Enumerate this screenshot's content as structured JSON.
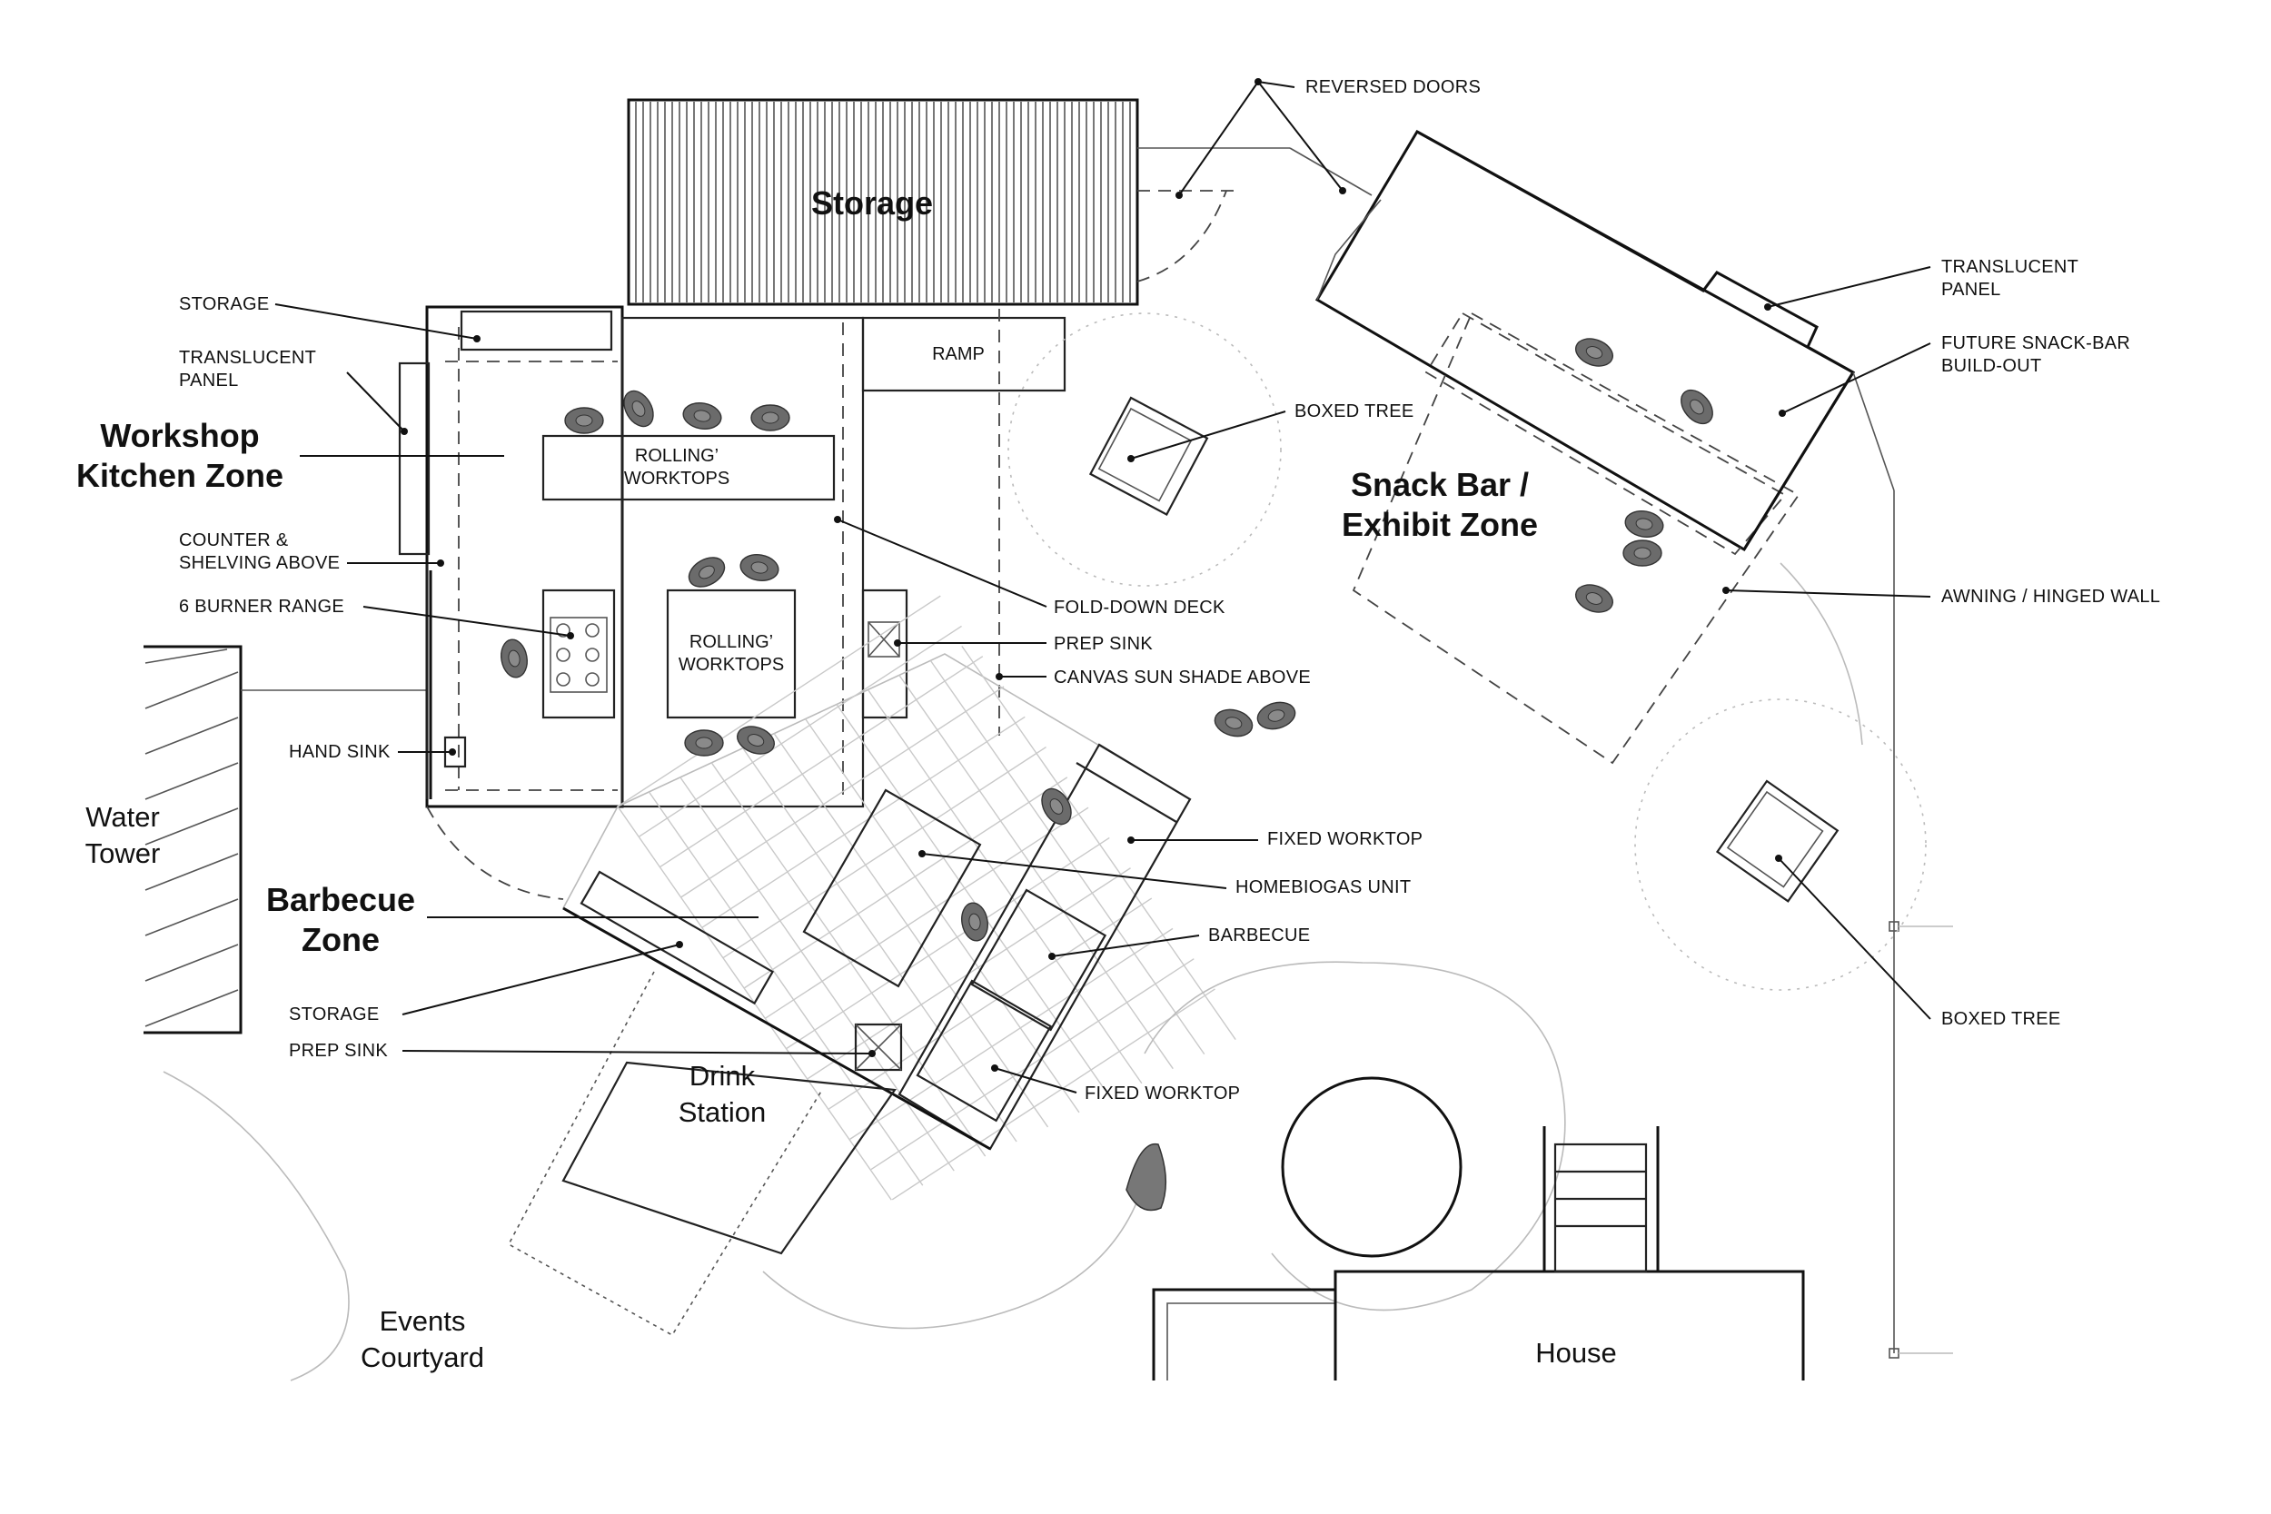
{
  "title": "",
  "buildings": {
    "storage": "Storage",
    "water_tower": [
      "Water",
      "Tower"
    ],
    "house": "House",
    "drink_station": [
      "Drink",
      "Station"
    ],
    "events_courtyard": [
      "Events",
      "Courtyard"
    ]
  },
  "zones": {
    "workshop_kitchen": [
      "Workshop",
      "Kitchen Zone"
    ],
    "snack_bar": [
      "Snack Bar /",
      "Exhibit Zone"
    ],
    "barbecue": [
      "Barbecue",
      "Zone"
    ]
  },
  "inline_labels": {
    "rolling_worktops_1": [
      "ROLLING’",
      "WORKTOPS"
    ],
    "rolling_worktops_2": [
      "ROLLING’",
      "WORKTOPS"
    ],
    "ramp": "RAMP"
  },
  "callouts_left": {
    "storage_top": "STORAGE",
    "translucent_panel_left": [
      "TRANSLUCENT",
      "PANEL"
    ],
    "counter_shelving": [
      "COUNTER &",
      "SHELVING ABOVE"
    ],
    "six_burner_range": "6 BURNER RANGE",
    "hand_sink": "HAND SINK",
    "storage_bottom": "STORAGE",
    "prep_sink_bottom": "PREP SINK"
  },
  "callouts_mid": {
    "fold_down_deck": "FOLD-DOWN DECK",
    "prep_sink_mid": "PREP SINK",
    "canvas_sun_shade": "CANVAS SUN SHADE ABOVE",
    "fixed_worktop_1": "FIXED WORKTOP",
    "homebiogas_unit": "HOMEBIOGAS UNIT",
    "barbecue": "BARBECUE",
    "fixed_worktop_2": "FIXED WORKTOP",
    "boxed_tree_1": "BOXED TREE"
  },
  "callouts_right": {
    "reversed_doors": "REVERSED DOORS",
    "translucent_panel_right": [
      "TRANSLUCENT",
      "PANEL"
    ],
    "future_snack_bar": [
      "FUTURE SNACK-BAR",
      "BUILD-OUT"
    ],
    "awning_hinged_wall": "AWNING / HINGED WALL",
    "boxed_tree_2": "BOXED TREE"
  },
  "colors": {
    "line": "#111111",
    "stool": "#6b6b6b",
    "grid": "#c9c9c9"
  }
}
